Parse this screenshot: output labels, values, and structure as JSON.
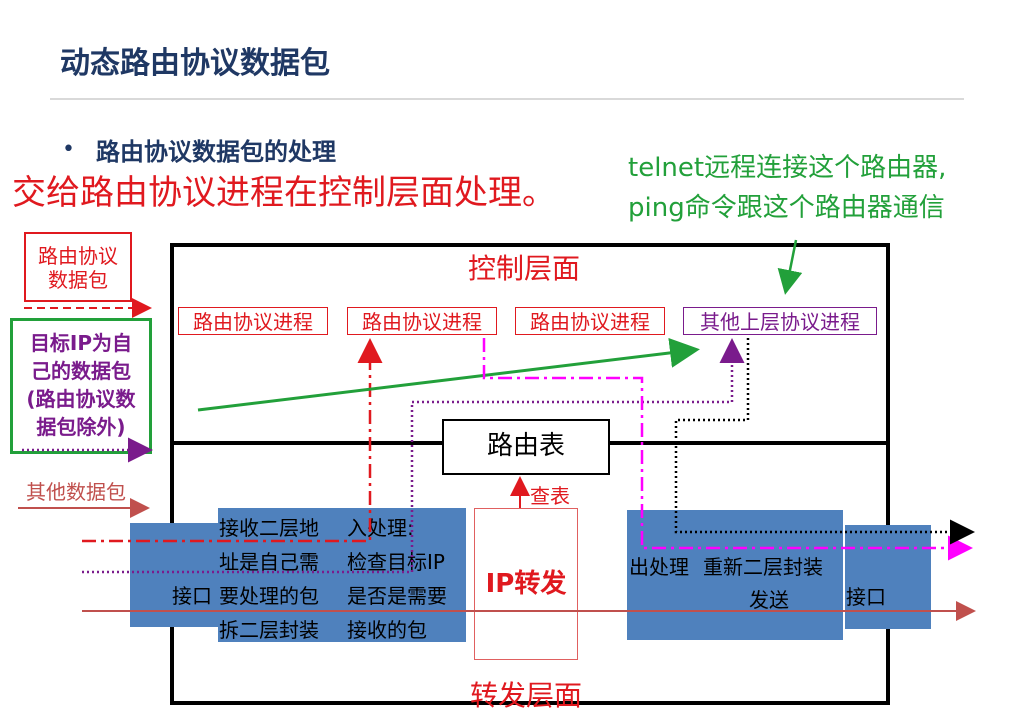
{
  "title": "动态路由协议数据包",
  "bullet": "路由协议数据包的处理",
  "subtitle_red": "交给路由协议进程在控制层面处理。",
  "green_note": {
    "line1": "telnet远程连接这个路由器,",
    "line2": "ping命令跟这个路由器通信"
  },
  "left_labels": {
    "routing_packet": [
      "路由协议",
      "数据包"
    ],
    "local_packet": [
      "目标IP为自",
      "己的数据包",
      "(路由协议数",
      "据包除外)"
    ],
    "other_packet": "其他数据包"
  },
  "control_plane": "控制层面",
  "forwarding_plane": "转发层面",
  "processes": [
    "路由协议进程",
    "路由协议进程",
    "路由协议进程",
    "其他上层协议进程"
  ],
  "routing_table": "路由表",
  "lookup": "查表",
  "ip_forwarding": "IP转发",
  "ingress": {
    "interface": "接口",
    "col1": [
      "接收二层地",
      "址是自己需",
      "要处理的包",
      "拆二层封装"
    ],
    "col2": [
      "入处理:",
      "检查目标IP",
      "是否是需要",
      "接收的包"
    ]
  },
  "egress": {
    "out": "出处理",
    "resend": [
      "重新二层封装",
      "发送"
    ],
    "interface": "接口"
  },
  "colors": {
    "red": "#e0191f",
    "green": "#22a03a",
    "purple": "#7a1b8c",
    "magenta": "#ff00ff",
    "block": "#4f81bd",
    "other_arrow": "#c0504d"
  }
}
